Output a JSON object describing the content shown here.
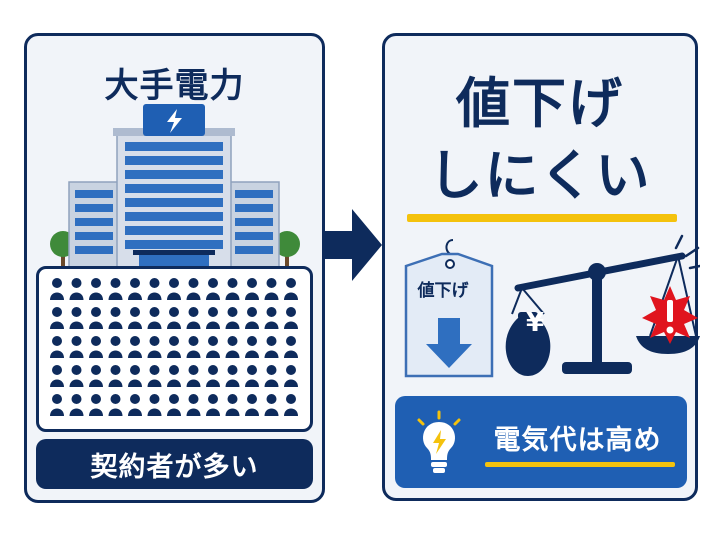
{
  "left_panel": {
    "title": "大手電力",
    "banner": "契約者が多い",
    "building_sign_icon": "lightning-icon",
    "crowd_icon": "person-icon"
  },
  "arrow_icon": "arrow-right-icon",
  "right_panel": {
    "headline_line1": "値下げ",
    "headline_line2": "しにくい",
    "tag_label": "値下げ",
    "tag_icon": "down-arrow-icon",
    "scale_icon": "balance-scale-icon",
    "yen_symbol": "¥",
    "warning_icon": "exclamation-icon",
    "banner_text": "電気代は高め",
    "bulb_icon": "lightbulb-icon"
  },
  "colors": {
    "navy": "#0e2b5c",
    "blue": "#1f5fb3",
    "yellow": "#f4c20d",
    "red": "#e0141e",
    "panel_bg": "#f1f4f9"
  }
}
